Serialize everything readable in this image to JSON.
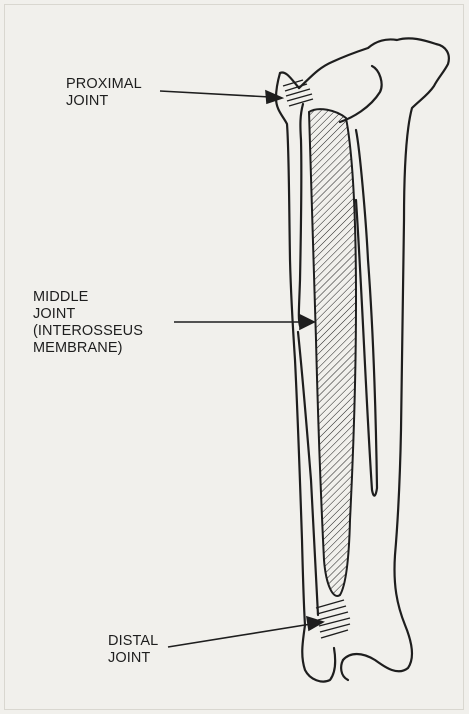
{
  "labels": {
    "proximal": [
      "PROXIMAL",
      "JOINT"
    ],
    "middle": [
      "MIDDLE",
      "JOINT",
      "(INTEROSSEUS",
      "MEMBRANE)"
    ],
    "distal": [
      "DISTAL",
      "JOINT"
    ]
  },
  "colors": {
    "background": "#f1f0ec",
    "ink": "#1e1e1e"
  }
}
